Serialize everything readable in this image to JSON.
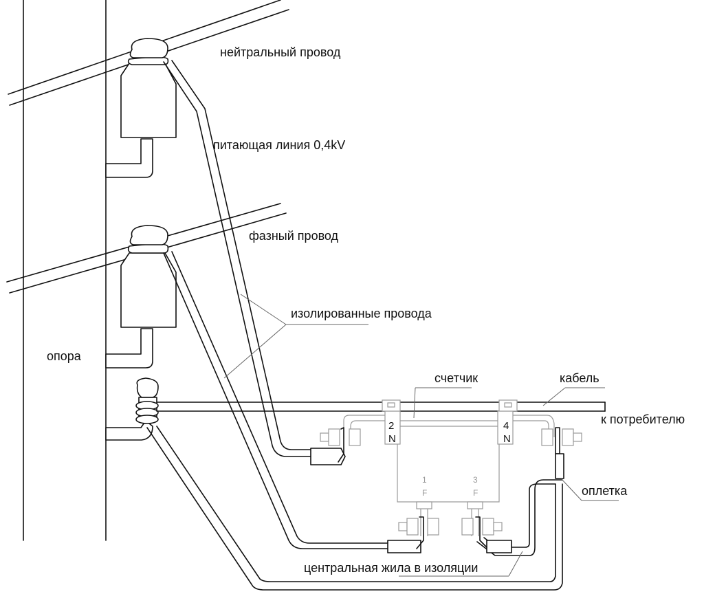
{
  "labels": {
    "neutral_wire": "нейтральный провод",
    "supply_line": "питающая линия 0,4kV",
    "phase_wire": "фазный провод",
    "insulated_wires": "изолированные провода",
    "pole": "опора",
    "meter": "счетчик",
    "cable": "кабель",
    "to_consumer": "к потребителю",
    "braid": "оплетка",
    "center_core": "центральная жила в изоляции"
  },
  "meter_terminals": {
    "top_left_number": "2",
    "top_left_letter": "N",
    "top_right_number": "4",
    "top_right_letter": "N",
    "bottom_left_number": "1",
    "bottom_left_letter": "F",
    "bottom_right_number": "3",
    "bottom_right_letter": "F"
  }
}
